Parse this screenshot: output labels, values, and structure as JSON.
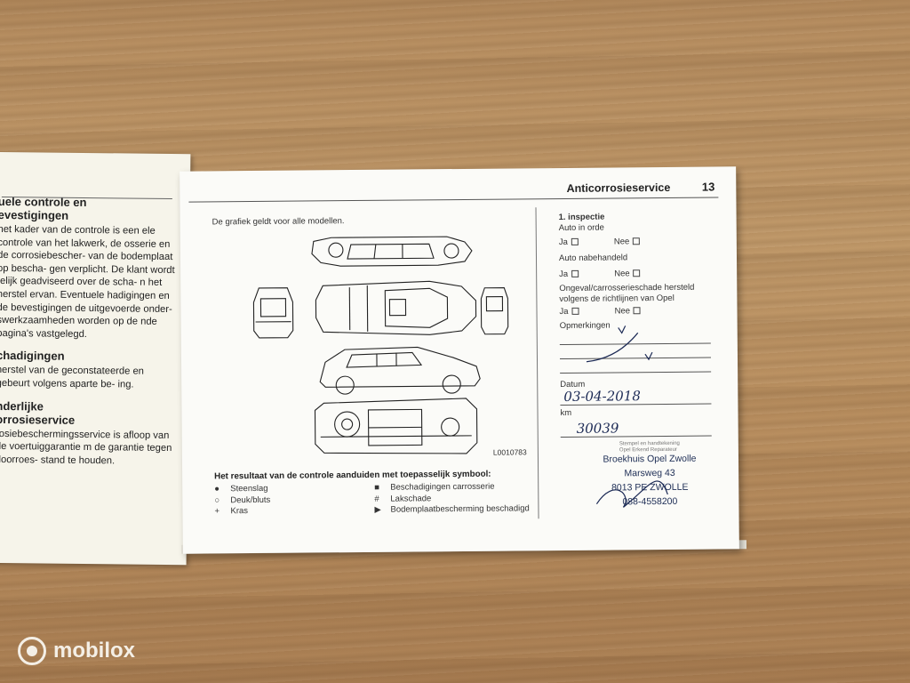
{
  "left_page": {
    "heading1": "uele controle en",
    "heading1b": "evestigingen",
    "para1": "het kader van de controle is een ele controle van het lakwerk, de osserie en de corrosiebescher- van de bodemplaat op bescha- gen verplicht. De klant wordt telijk geadviseerd over de scha- n het herstel ervan. Eventuele hadigingen en de bevestigingen de uitgevoerde onder- swerkzaamheden worden op de nde pagina's vastgelegd.",
    "heading2": "chadigingen",
    "para2": "herstel van de geconstateerde en gebeurt volgens aparte be- ing.",
    "heading3": "nderlijke",
    "heading3b": "orrosieservice",
    "para3": "rosiebeschermingsservice is afloop van de voertuiggarantie m de garantie tegen doorroes- stand te houden."
  },
  "right_page": {
    "title": "Anticorrosieservice",
    "page_number": "13",
    "caption": "De grafiek geldt voor alle modellen.",
    "figure_code": "L0010783",
    "legend_title": "Het resultaat van de controle aanduiden met toepasselijk symbool:",
    "legend_left": [
      {
        "symbol": "●",
        "label": "Steenslag"
      },
      {
        "symbol": "○",
        "label": "Deuk/bluts"
      },
      {
        "symbol": "+",
        "label": "Kras"
      }
    ],
    "legend_right": [
      {
        "symbol": "■",
        "label": "Beschadigingen carrosserie"
      },
      {
        "symbol": "#",
        "label": "Lakschade"
      },
      {
        "symbol": "▶",
        "label": "Bodemplaatbescherming beschadigd"
      }
    ]
  },
  "form": {
    "section": "1. inspectie",
    "q1": "Auto in orde",
    "q2": "Auto nabehandeld",
    "q3a": "Ongeval/carrosserieschade hersteld",
    "q3b": "volgens de richtlijnen van Opel",
    "yes": "Ja",
    "no": "Nee",
    "remarks_label": "Opmerkingen",
    "date_label": "Datum",
    "date_value": "03-04-2018",
    "km_label": "km",
    "km_value": "30039",
    "stamp_label": "Stempel en handtekening",
    "stamp_sub": "Opel Erkend Reparateur",
    "stamp_lines": [
      "Broekhuis Opel Zwolle",
      "Marsweg 43",
      "8013 PE ZWOLLE",
      "088-4558200"
    ]
  },
  "watermark": {
    "brand": "mobilox"
  }
}
